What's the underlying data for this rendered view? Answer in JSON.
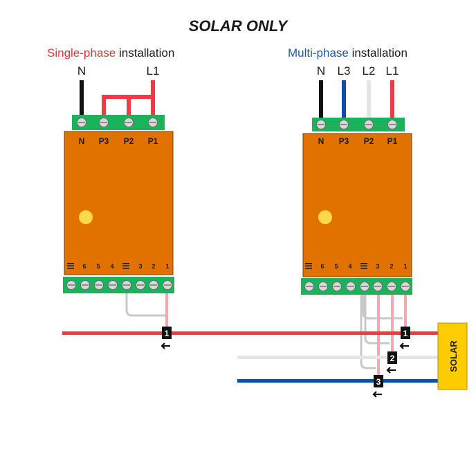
{
  "title": "SOLAR ONLY",
  "single": {
    "heading_colored": "Single-phase",
    "heading_rest": " installation",
    "wires": [
      "N",
      "L1"
    ],
    "top_terminals": [
      "N",
      "P3",
      "P2",
      "P1"
    ],
    "bottom_terminals": [
      "6",
      "5",
      "4",
      "3",
      "2",
      "1"
    ],
    "sensor": "1"
  },
  "multi": {
    "heading_colored": "Multi-phase",
    "heading_rest": " installation",
    "wires": [
      "N",
      "L3",
      "L2",
      "L1"
    ],
    "top_terminals": [
      "N",
      "P3",
      "P2",
      "P1"
    ],
    "bottom_terminals": [
      "6",
      "5",
      "4",
      "3",
      "2",
      "1"
    ],
    "sensors": [
      "1",
      "2",
      "3"
    ]
  },
  "solar_label": "SOLAR",
  "colors": {
    "single_heading": "#e8343a",
    "multi_heading": "#1f57b0",
    "module": "#e27200",
    "terminal_strip": "#1cb25b",
    "led": "#ffd94a",
    "line_red": "#ef3b41",
    "line_blue": "#0e4ea8",
    "line_white": "#e6e6e6",
    "line_pink": "#f4a9b2",
    "line_grey": "#c8c8c8",
    "solar_box": "#ffcc00"
  },
  "icons": [
    "ground-symbol-icon",
    "arrow-left-icon",
    "terminal-screw-icon"
  ]
}
